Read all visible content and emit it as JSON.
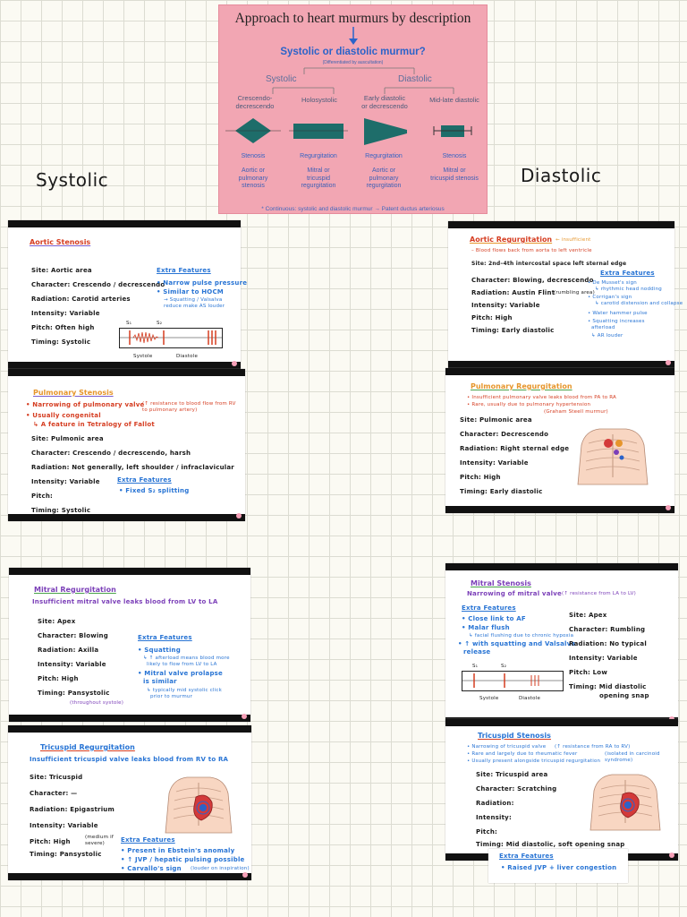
{
  "diagram": {
    "title": "Approach to heart murmurs by description",
    "question": "Systolic or diastolic murmur?",
    "question_sub": "(Differentiated by auscultation)",
    "systolic_label": "Systolic",
    "diastolic_label": "Diastolic",
    "types": [
      "Crescendo-\ndecrescendo",
      "Holosystolic",
      "Early diastolic\nor decrescendo",
      "Mid-late diastolic"
    ],
    "results": [
      "Stenosis",
      "Regurgitation",
      "Regurgitation",
      "Stenosis"
    ],
    "valves": [
      "Aortic or\npulmonary\nstenosis",
      "Mitral or\ntricuspid\nregurgitation",
      "Aortic or\npulmonary\nregurgitation",
      "Mitral or\ntricuspid stenosis"
    ],
    "footnote": "* Continuous: systolic and diastolic murmur → Patent ductus arteriosus",
    "colors": {
      "bg": "#f2a6b3",
      "shape": "#1e6d6a",
      "blue": "#2b63c9"
    }
  },
  "headings": {
    "left": "Systolic",
    "right": "Diastolic"
  },
  "aortic_stenosis": {
    "title": "Aortic Stenosis",
    "site": "Site: Aortic area",
    "character": "Character: Crescendo / decrescendo",
    "radiation": "Radiation: Carotid arteries",
    "intensity": "Intensity: Variable",
    "pitch": "Pitch: Often high",
    "timing": "Timing: Systolic",
    "extra_title": "Extra Features",
    "extra": [
      "• Narrow pulse pressure",
      "• Similar to HOCM",
      "→ Squatting / Valsalva",
      "reduce make AS louder"
    ],
    "s1": "S₁",
    "s2": "S₂",
    "sys": "Systole",
    "dia": "Diastole"
  },
  "pulmonary_stenosis": {
    "title": "Pulmonary Stenosis",
    "intro": [
      "• Narrowing of pulmonary valve",
      "• Usually congenital",
      "↳ A feature in Tetralogy of Fallot"
    ],
    "intro_note": "(↑ resistance to blood flow from RV to pulmonary artery)",
    "site": "Site: Pulmonic area",
    "character": "Character: Crescendo / decrescendo, harsh",
    "radiation": "Radiation: Not generally, left shoulder / infraclavicular",
    "intensity": "Intensity: Variable",
    "pitch": "Pitch:",
    "timing": "Timing: Systolic",
    "extra_title": "Extra Features",
    "extra": [
      "• Fixed S₂ splitting"
    ]
  },
  "mitral_regurgitation": {
    "title": "Mitral Regurgitation",
    "intro": "Insufficient mitral valve leaks blood from LV to LA",
    "site": "Site: Apex",
    "character": "Character: Blowing",
    "radiation": "Radiation: Axilla",
    "intensity": "Intensity: Variable",
    "pitch": "Pitch: High",
    "timing": "Timing: Pansystolic",
    "timing_note": "(throughout systole)",
    "extra_title": "Extra Features",
    "extra": [
      "• Squatting",
      "↳ ↑ afterload means blood more",
      "likely to flow from LV to LA",
      "• Mitral valve prolapse",
      "is similar",
      "↳ typically mid systolic click",
      "prior to murmur"
    ]
  },
  "tricuspid_regurgitation": {
    "title": "Tricuspid Regurgitation",
    "intro": "Insufficient tricuspid valve leaks blood from RV to RA",
    "site": "Site: Tricuspid",
    "character": "Character: —",
    "radiation": "Radiation: Epigastrium",
    "intensity": "Intensity: Variable",
    "pitch": "Pitch: High",
    "pitch_note": "(medium if severe)",
    "timing": "Timing: Pansystolic",
    "extra_title": "Extra Features",
    "extra": [
      "• Present in Ebstein's anomaly",
      "• ↑ JVP / hepatic pulsing possible",
      "• Carvallo's sign"
    ],
    "extra_note": "(louder on inspiration)"
  },
  "aortic_regurgitation": {
    "title": "Aortic Regurgitation",
    "title_note": "← insufficient",
    "intro": "– Blood flows back from aorta to left ventricle",
    "site": "Site: 2nd–4th intercostal space left sternal edge",
    "character": "Character: Blowing, decrescendo",
    "radiation": "Radiation: Austin Flint",
    "radiation_note": "(rumbling area)",
    "intensity": "Intensity: Variable",
    "pitch": "Pitch: High",
    "timing": "Timing: Early diastolic",
    "extra_title": "Extra Features",
    "extra": [
      "• De Musset's sign",
      "↳ rhythmic head nodding",
      "• Corrigan's sign",
      "↳ carotid distension and collapse",
      "• Water hammer pulse",
      "• Squatting increases",
      "afterload",
      "↳ AR louder"
    ]
  },
  "pulmonary_regurgitation": {
    "title": "Pulmonary Regurgitation",
    "intro": [
      "• Insufficient pulmonary valve leaks blood from PA to RA",
      "• Rare, usually due to pulmonary hypertension"
    ],
    "intro_note": "(Graham Steell murmur)",
    "site": "Site: Pulmonic area",
    "character": "Character: Decrescendo",
    "radiation": "Radiation: Right sternal edge",
    "intensity": "Intensity: Variable",
    "pitch": "Pitch: High",
    "timing": "Timing: Early diastolic"
  },
  "mitral_stenosis": {
    "title": "Mitral Stenosis",
    "intro": "Narrowing of mitral valve",
    "intro_note": "(↑ resistance from LA to LV)",
    "extra_title": "Extra Features",
    "extra": [
      "• Close link to AF",
      "• Malar flush",
      "↳ facial flushing due to chronic hypoxia",
      "• ↑ with squatting and Valsalva",
      "release"
    ],
    "site": "Site: Apex",
    "character": "Character: Rumbling",
    "radiation": "Radiation: No typical",
    "intensity": "Intensity: Variable",
    "pitch": "Pitch: Low",
    "timing": "Timing: Mid diastolic",
    "timing2": "opening snap",
    "s1": "S₁",
    "s2": "S₂",
    "sys": "Systole",
    "dia": "Diastole"
  },
  "tricuspid_stenosis": {
    "title": "Tricuspid Stenosis",
    "intro": [
      "• Narrowing of tricuspid valve",
      "• Rare and largely due to rheumatic fever",
      "• Usually present alongside tricuspid regurgitation"
    ],
    "intro_notes": [
      "(↑ resistance from RA to RV)",
      "(isolated in carcinoid syndrome)"
    ],
    "site": "Site: Tricuspid area",
    "character": "Character: Scratching",
    "radiation": "Radiation:",
    "intensity": "Intensity:",
    "pitch": "Pitch:",
    "timing": "Timing: Mid diastolic, soft opening snap",
    "extra_title": "Extra Features",
    "extra": [
      "• Raised JVP + liver congestion"
    ]
  }
}
